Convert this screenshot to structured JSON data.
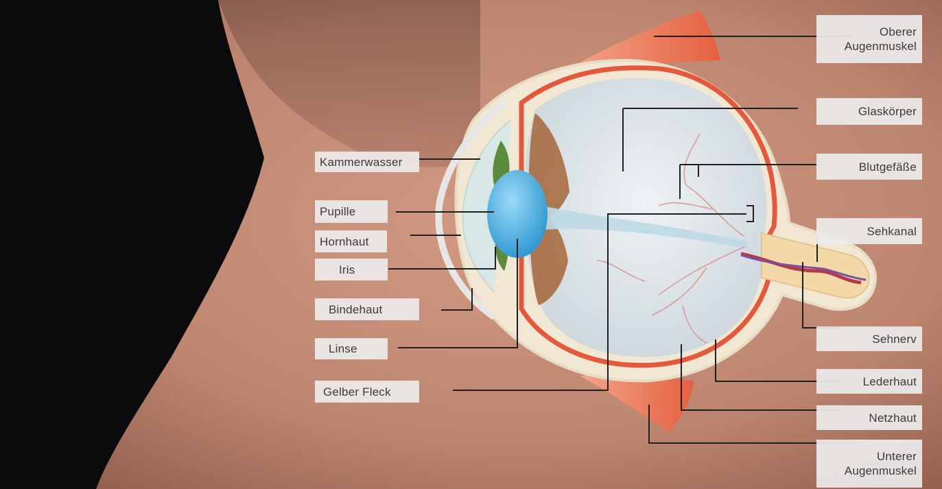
{
  "labels": {
    "kammerwasser": "Kammerwasser",
    "pupille": "Pupille",
    "hornhaut": "Hornhaut",
    "iris": "Iris",
    "bindehaut": "Bindehaut",
    "linse": "Linse",
    "gelber_fleck": "Gelber Fleck",
    "oberer_augenmuskel": [
      "Oberer",
      "Augenmuskel"
    ],
    "glaskoerper": "Glaskörper",
    "blutgefaesse": "Blutgefäße",
    "sehkanal": "Sehkanal",
    "sehnerv": "Sehnerv",
    "lederhaut": "Lederhaut",
    "netzhaut": "Netzhaut",
    "unterer_augenmuskel": [
      "Unterer",
      "Augenmuskel"
    ]
  },
  "colors": {
    "background_dark": "#0b0b0d",
    "skin": "#c08872",
    "sclera": "#efe3cf",
    "retina_red": "#e4583c",
    "vitreous": "#dfe6ea",
    "lens_blue": "#49b2e6",
    "iris_green": "#5b8a3a",
    "muscle": "#ee7f5f",
    "label_bg": "#ececec",
    "leader_line": "#222222"
  }
}
